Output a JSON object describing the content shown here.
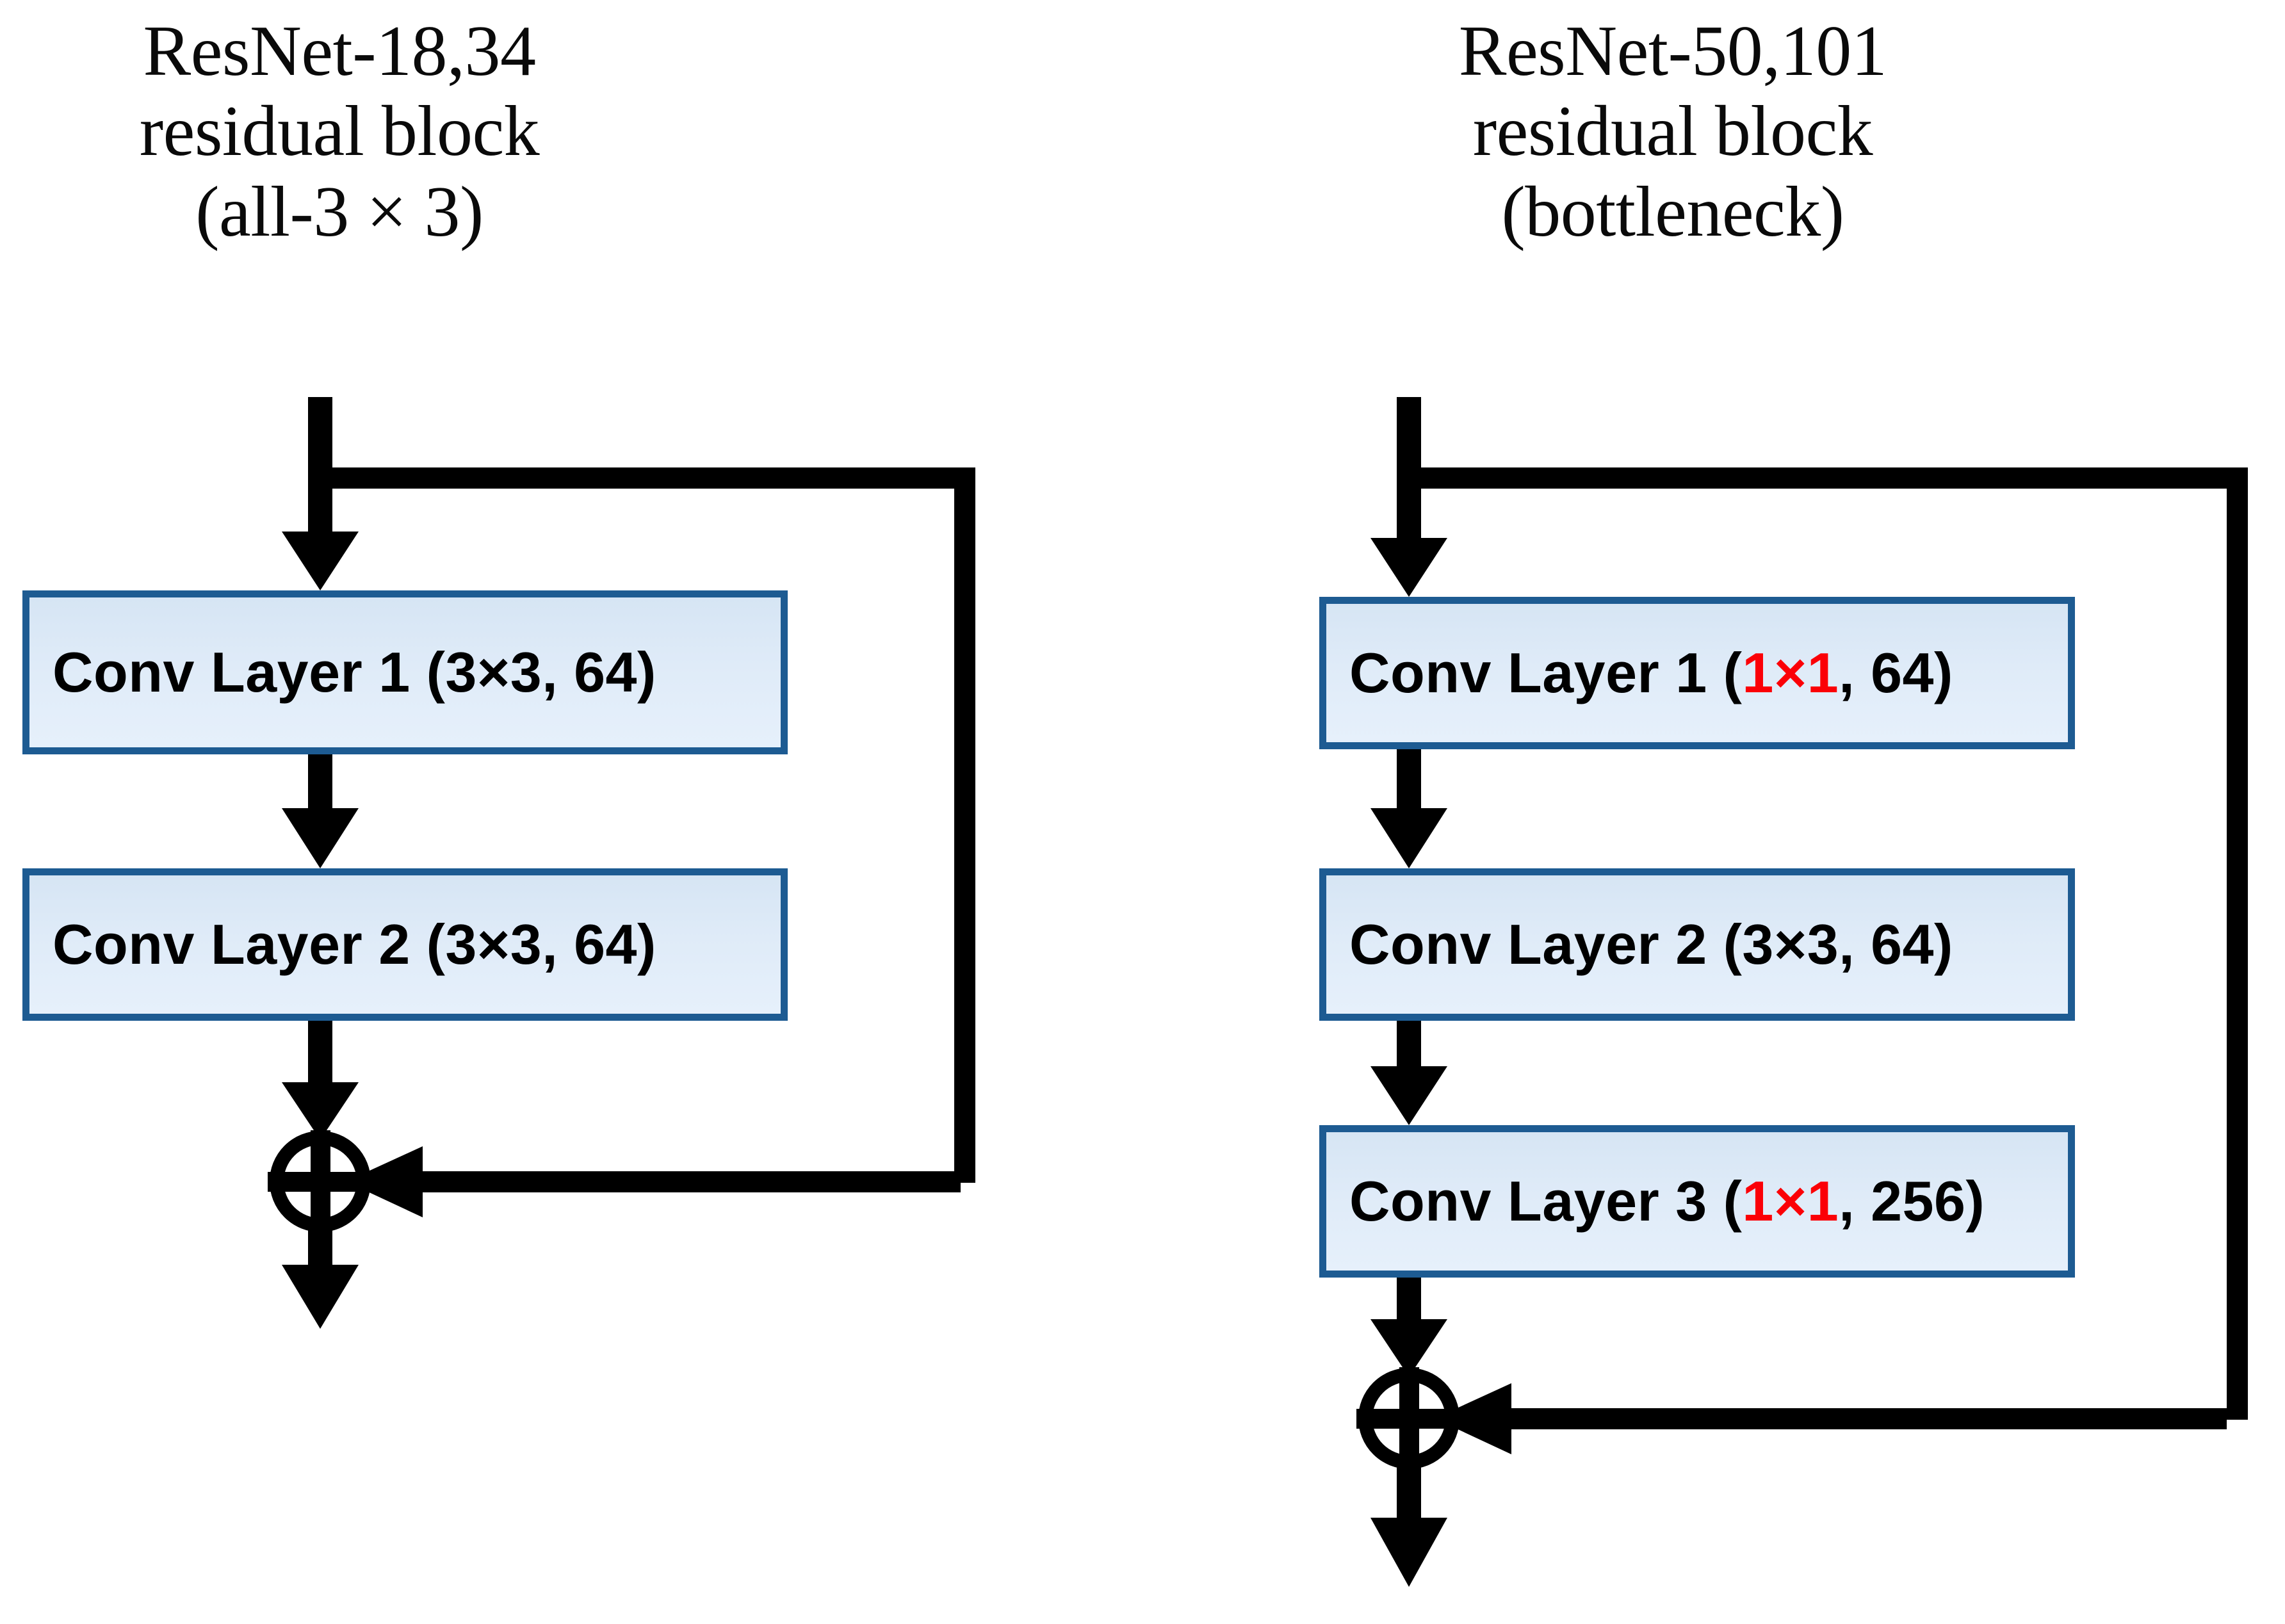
{
  "figure": {
    "type": "diagram",
    "subject": "ResNet residual block comparison",
    "background_color": "#ffffff"
  },
  "palette": {
    "box_fill": "#dfebf8",
    "box_border": "#1d5b92",
    "text_black": "#000000",
    "text_red": "#fb0007",
    "arrow_color": "#000000"
  },
  "panels": [
    {
      "id": "resnet-18-34",
      "title": {
        "line1": "ResNet-18,34",
        "line2": "residual block",
        "line3": "(all-3 × 3)"
      },
      "blocks": [
        {
          "id": "conv-layer-1",
          "prefix": "Conv Layer 1 (",
          "kernel": "3×3",
          "kernel_red": false,
          "suffix": ", 64)",
          "full_text": "Conv Layer 1 (3×3, 64)"
        },
        {
          "id": "conv-layer-2",
          "prefix": "Conv Layer 2 (",
          "kernel": "3×3",
          "kernel_red": false,
          "suffix": ", 64)",
          "full_text": "Conv Layer 2 (3×3, 64)"
        }
      ],
      "sum_node": {
        "symbol": "⊕",
        "name": "element-wise-addition"
      },
      "skip_connection": {
        "present": true,
        "direction": "right-down-left"
      }
    },
    {
      "id": "resnet-50-101",
      "title": {
        "line1": "ResNet-50,101",
        "line2": "residual block",
        "line3": "(bottleneck)"
      },
      "blocks": [
        {
          "id": "conv-layer-1",
          "prefix": "Conv Layer 1 (",
          "kernel": "1×1",
          "kernel_red": true,
          "suffix": ", 64)",
          "full_text": "Conv Layer 1 (1×1, 64)"
        },
        {
          "id": "conv-layer-2",
          "prefix": "Conv Layer 2 (",
          "kernel": "3×3",
          "kernel_red": false,
          "suffix": ", 64)",
          "full_text": "Conv Layer 2 (3×3, 64)"
        },
        {
          "id": "conv-layer-3",
          "prefix": "Conv Layer 3 (",
          "kernel": "1×1",
          "kernel_red": true,
          "suffix": ", 256)",
          "full_text": "Conv Layer 3 (1×1, 256)"
        }
      ],
      "sum_node": {
        "symbol": "⊕",
        "name": "element-wise-addition"
      },
      "skip_connection": {
        "present": true,
        "direction": "right-down-left"
      }
    }
  ]
}
